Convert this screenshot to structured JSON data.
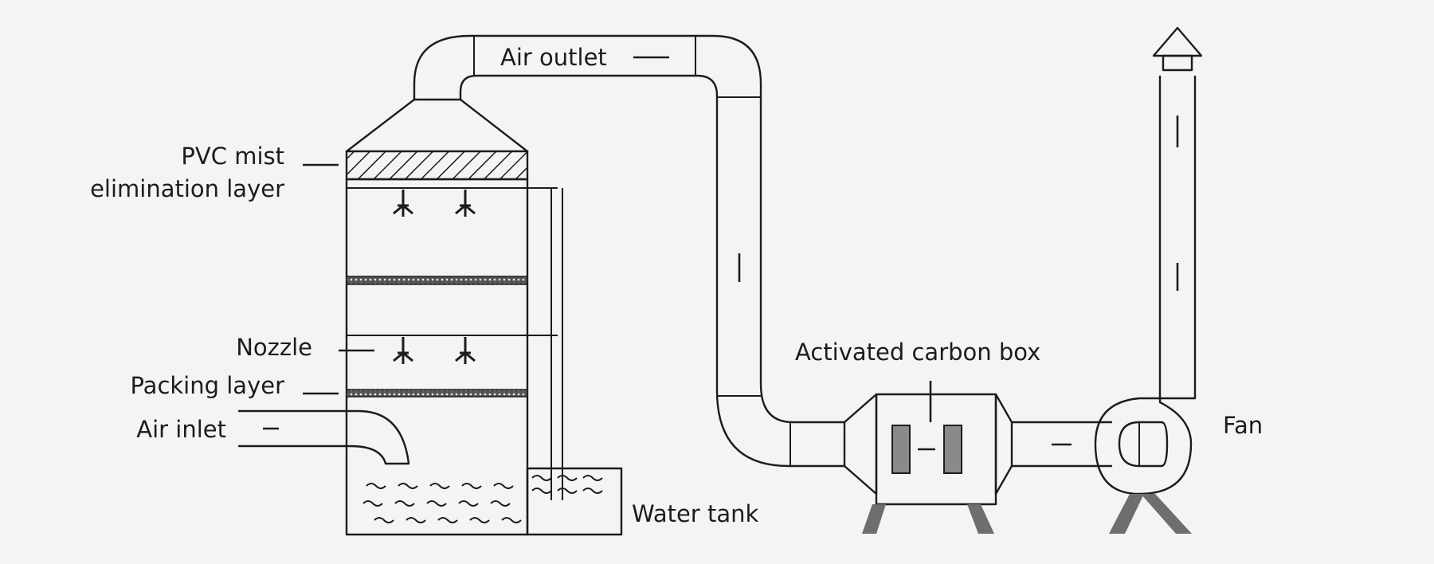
{
  "labels": {
    "air_outlet": "Air outlet",
    "pvc_line1": "PVC mist",
    "pvc_line2": "elimination layer",
    "nozzle": "Nozzle",
    "packing_layer": "Packing layer",
    "air_inlet": "Air inlet",
    "water_tank": "Water tank",
    "activated_carbon_box": "Activated carbon box",
    "fan": "Fan"
  },
  "colors": {
    "background": "#f4f4f4",
    "line": "#1c1c1c",
    "carbon_filter": "#8a8a8a",
    "legs": "#6e6e6e"
  }
}
